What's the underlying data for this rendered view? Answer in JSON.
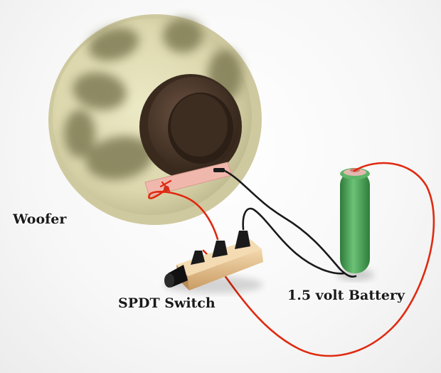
{
  "labels": {
    "woofer": "Woofer",
    "switch": "SPDT Switch",
    "battery": "1.5 volt Battery"
  },
  "colors": {
    "cone": "#ddd9b2",
    "cone_spots": "#7f7c55",
    "magnet": "#4a3626",
    "terminal_plate": "#f0b8ad",
    "switch_body": "#e8c79a",
    "battery": "#4fa35a",
    "wire_red": "#e02a10",
    "wire_black": "#1a1a1a"
  }
}
